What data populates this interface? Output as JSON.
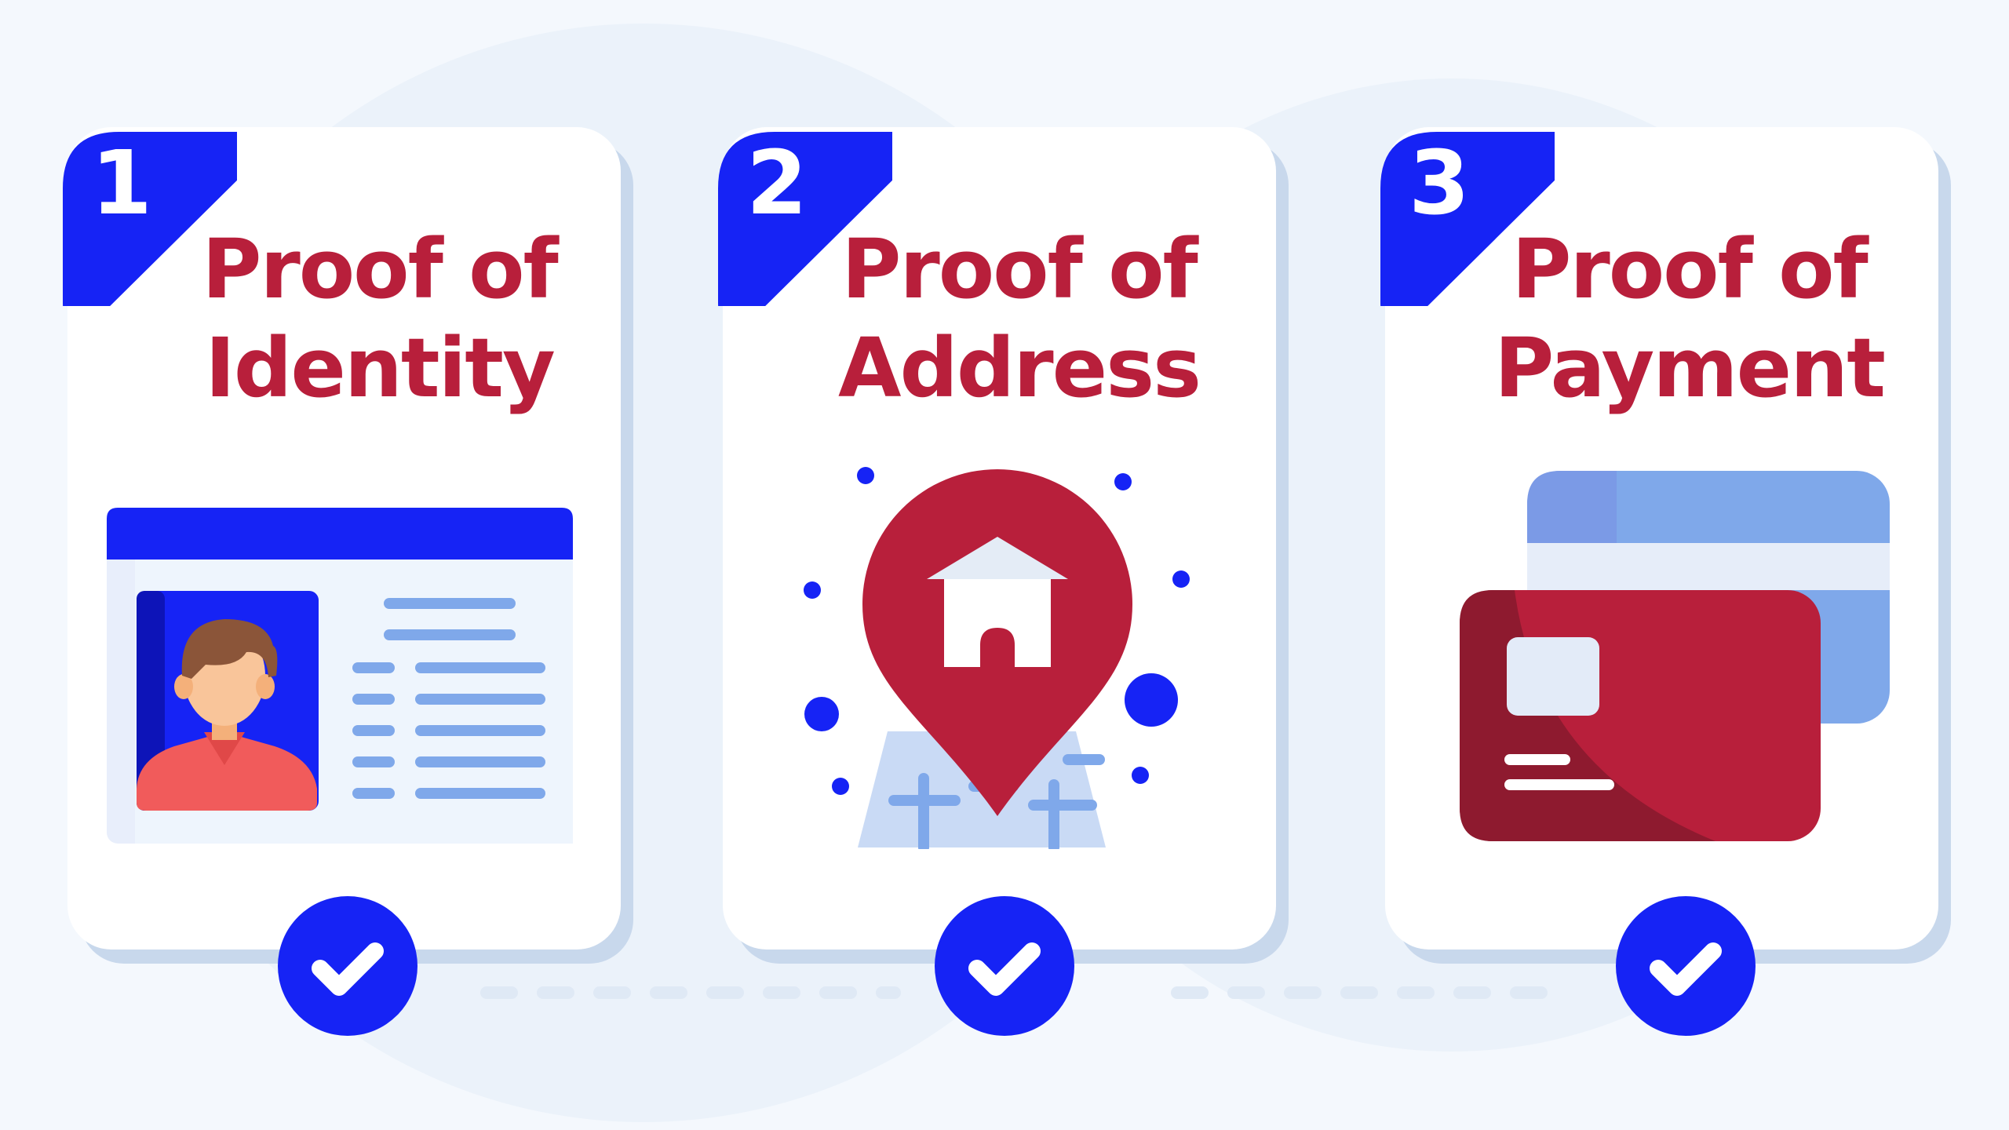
{
  "colors": {
    "accent_blue": "#1623f5",
    "title_red": "#b81f3b",
    "light_blue": "#7fa8ea",
    "card_shadow": "#c8d8ec",
    "background": "#f4f8fd"
  },
  "steps": [
    {
      "number": "1",
      "title_line1": "Proof of",
      "title_line2": "Identity",
      "illustration": "id-card-icon",
      "status_icon": "check-circle-icon"
    },
    {
      "number": "2",
      "title_line1": "Proof of",
      "title_line2": "Address",
      "illustration": "home-location-pin-icon",
      "status_icon": "check-circle-icon"
    },
    {
      "number": "3",
      "title_line1": "Proof of",
      "title_line2": "Payment",
      "illustration": "credit-cards-icon",
      "status_icon": "check-circle-icon"
    }
  ]
}
